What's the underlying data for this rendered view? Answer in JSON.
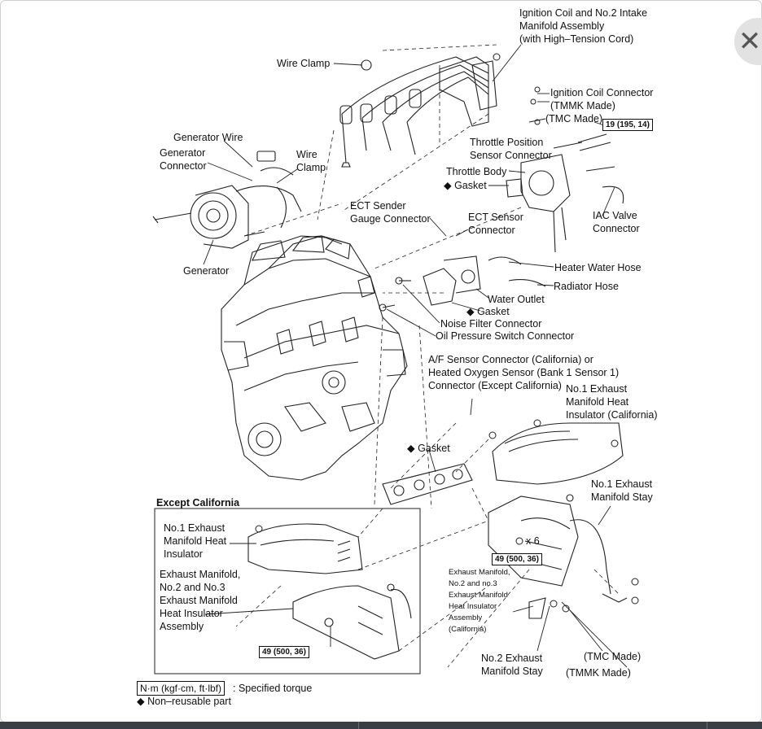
{
  "labels": {
    "ignition_coil": [
      "Ignition Coil and No.2 Intake",
      "Manifold Assembly",
      "(with High–Tension Cord)"
    ],
    "wire_clamp_top": "Wire Clamp",
    "ignition_coil_connector": [
      "Ignition Coil Connector",
      "(TMMK Made)"
    ],
    "tmc_made_top": "(TMC Made)",
    "torque_19": "19 (195, 14)",
    "generator_wire": "Generator Wire",
    "generator_connector": [
      "Generator",
      "Connector"
    ],
    "wire_clamp_left": [
      "Wire",
      "Clamp"
    ],
    "throttle_position": [
      "Throttle Position",
      "Sensor Connector"
    ],
    "throttle_body": "Throttle Body",
    "gasket_throttle": "◆ Gasket",
    "ect_sender": [
      "ECT Sender",
      "Gauge Connector"
    ],
    "ect_sensor": [
      "ECT Sensor",
      "Connector"
    ],
    "iac_valve": [
      "IAC  Valve",
      "Connector"
    ],
    "generator": "Generator",
    "heater_water_hose": "Heater Water Hose",
    "radiator_hose": "Radiator Hose",
    "water_outlet": "Water Outlet",
    "gasket_water": "◆ Gasket",
    "noise_filter": "Noise Filter Connector",
    "oil_pressure": "Oil Pressure Switch Connector",
    "af_sensor": [
      "A/F Sensor Connector (California) or",
      "Heated Oxygen Sensor (Bank 1 Sensor 1)",
      "Connector (Except California)"
    ],
    "no1_insulator_ca": [
      "No.1 Exhaust",
      "Manifold Heat",
      "Insulator (California)"
    ],
    "gasket_exhaust": "◆ Gasket",
    "no1_stay": [
      "No.1 Exhaust",
      "Manifold Stay"
    ],
    "except_california": "Except California",
    "no1_insulator": [
      "No.1 Exhaust",
      "Manifold Heat",
      "Insulator"
    ],
    "exhaust_manifold_left": [
      "Exhaust Manifold,",
      "No.2 and No.3",
      "Exhaust Manifold",
      "Heat Insulator",
      "Assembly"
    ],
    "x6": "x 6",
    "torque_49_right": "49 (500, 36)",
    "torque_49_left": "49 (500, 36)",
    "exhaust_manifold_ca": [
      "Exhaust Manifold,",
      "No.2 and no.3",
      "Exhaust Manifold",
      "Heat Insulator",
      "Assembly",
      "(California)"
    ],
    "no2_stay": [
      "No.2  Exhaust",
      "Manifold Stay"
    ],
    "tmc_made_bottom": "(TMC Made)",
    "tmmk_made_bottom": "(TMMK Made)"
  },
  "legend": {
    "torque_box": "N·m (kgf·cm, ft·lbf)",
    "torque_text": ": Specified torque",
    "nonreusable": "◆ Non–reusable part"
  },
  "ui": {
    "close_icon": "✕"
  }
}
